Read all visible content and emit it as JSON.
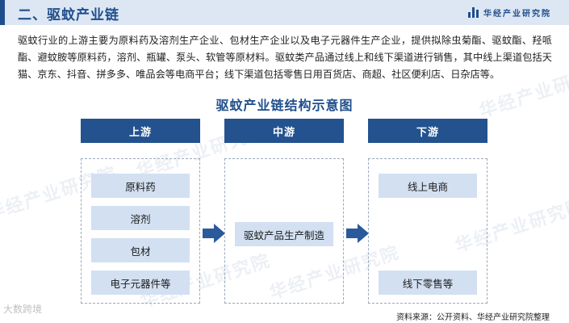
{
  "header": {
    "title": "二、驱蚊产业链",
    "brand": "华经产业研究院"
  },
  "intro": "驱蚊行业的上游主要为原料药及溶剂生产企业、包材生产企业以及电子元器件生产企业，提供拟除虫菊酯、驱蚊酯、羟哌酯、避蚊胺等原料药，溶剂、瓶罐、泵头、软管等原材料。驱蚊类产品通过线上和线下渠道进行销售，其中线上渠道包括天猫、京东、抖音、拼多多、唯品会等电商平台；线下渠道包括零售日用百货店、商超、社区便利店、日杂店等。",
  "diagram": {
    "title": "驱蚊产业链结构示意图",
    "upstream": {
      "label": "上游",
      "items": [
        "原料药",
        "溶剂",
        "包材",
        "电子元器件等"
      ]
    },
    "midstream": {
      "label": "中游",
      "items": [
        "驱蚊产品生产制造"
      ]
    },
    "downstream": {
      "label": "下游",
      "items": [
        "线上电商",
        "线下零售等"
      ]
    }
  },
  "watermark": "华经产业研究院",
  "corner_logo": "大数跨境",
  "source": "资料来源：公开资料、华经产业研究院整理",
  "colors": {
    "primary": "#1f4e8c",
    "header_bg": "#dde7f3",
    "stage_head": "#23528f",
    "node_bg": "#d3e0f2",
    "arrow": "#2a5a9c"
  }
}
